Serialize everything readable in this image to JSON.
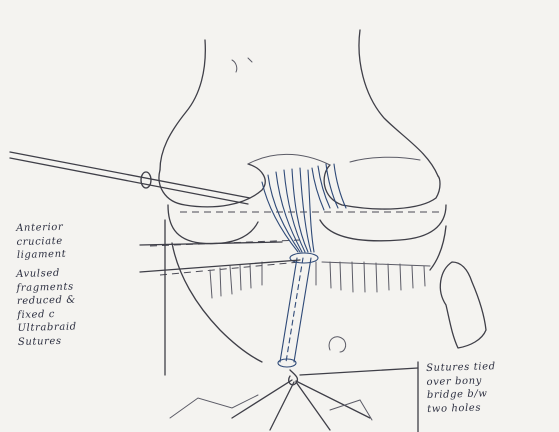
{
  "labels": {
    "acl": "Anterior\ncruciate\nligament",
    "avulsed_fragment": "Avulsed\nfragments\nreduced &\nfixed c\nUltrabraid\nSutures",
    "suture_tied": "Sutures tied\nover bony\nbridge b/w\ntwo holes"
  }
}
